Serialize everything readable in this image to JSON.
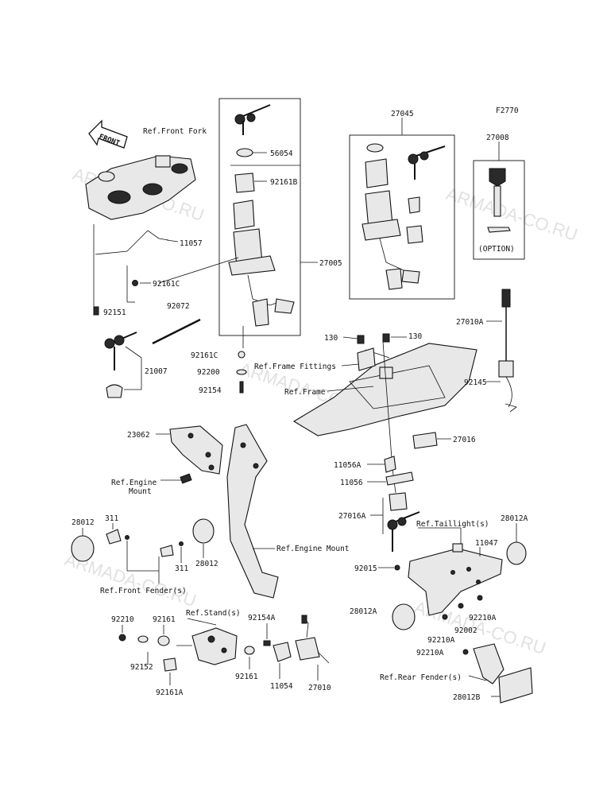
{
  "figure_code": "F2770",
  "watermark": "ARMADA-CO.RU",
  "arrow_label": "FRONT",
  "labels": {
    "ref_front_fork": "Ref.Front Fork",
    "p11057": "11057",
    "p92161c_a": "92161C",
    "p92151": "92151",
    "p92072": "92072",
    "p21007": "21007",
    "p56054": "56054",
    "p92161b": "92161B",
    "p27005": "27005",
    "p92161c_b": "92161C",
    "p92200": "92200",
    "p92154": "92154",
    "p27045": "27045",
    "p27008": "27008",
    "option": "(OPTION)",
    "p27010a": "27010A",
    "p130_a": "130",
    "p130_b": "130",
    "ref_frame_fittings": "Ref.Frame Fittings",
    "ref_frame": "Ref.Frame",
    "p92145": "92145",
    "p27016": "27016",
    "p23062": "23062",
    "ref_engine_mount_a": "Ref.Engine",
    "ref_engine_mount_b": "Mount",
    "p11056a": "11056A",
    "p11056": "11056",
    "p27016a": "27016A",
    "ref_taillight": "Ref.Taillight(s)",
    "p28012a_top": "28012A",
    "p28012_left": "28012",
    "p311_a": "311",
    "p311_b": "311",
    "p28012_mid": "28012",
    "ref_engine_mount_long": "Ref.Engine Mount",
    "p11047": "11047",
    "p92015": "92015",
    "ref_front_fender": "Ref.Front Fender(s)",
    "p28012a_left": "28012A",
    "p92210a_a": "92210A",
    "p92002": "92002",
    "p92210a_b": "92210A",
    "p92210a_c": "92210A",
    "p92210": "92210",
    "p92161_a": "92161",
    "ref_stand": "Ref.Stand(s)",
    "p92154a": "92154A",
    "p92152": "92152",
    "p92161_b": "92161",
    "p11054": "11054",
    "p27010": "27010",
    "p92161a": "92161A",
    "ref_rear_fender": "Ref.Rear Fender(s)",
    "p28012b": "28012B"
  }
}
